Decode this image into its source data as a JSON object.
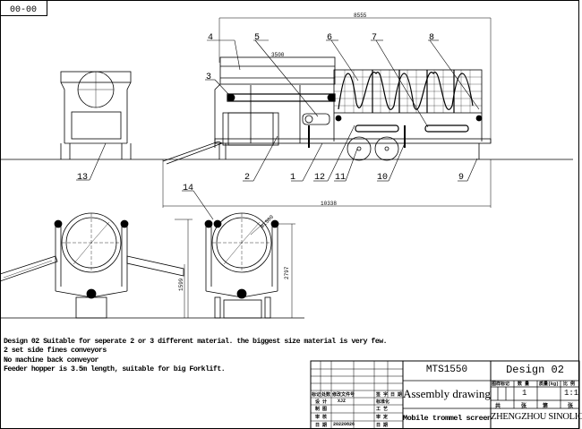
{
  "drawing_number": "00-00",
  "dimensions": {
    "overall_height_side": "8555",
    "hopper_length": "3500",
    "overall_length": "10338",
    "drum_diameter": "Φ1500",
    "conveyor_height": "1599",
    "overall_width": "2797"
  },
  "balloons": [
    "1",
    "2",
    "3",
    "4",
    "5",
    "6",
    "7",
    "8",
    "9",
    "10",
    "11",
    "12",
    "13",
    "14"
  ],
  "notes": [
    "Design 02 Suitable for seperate 2 or 3 different material.  the biggest size material is very few.",
    "2 set side fines conveyors",
    "No machine back conveyor",
    "Feeder hopper is 3.5m length, suitable for big Forklift."
  ],
  "title_block": {
    "model": "MTS1550",
    "design": "Design 02",
    "drawing_type": "Assembly drawing",
    "product_name": "Mobile trommel screen",
    "company": "ZHENGZHOU SINOLION",
    "quantity": "1",
    "scale": "1:1",
    "headers": {
      "stage_mark": "图样标记",
      "qty": "数 量",
      "weight": "质量(kg)",
      "scale": "比 例",
      "total": "共",
      "sheet": "张",
      "no": "第",
      "sheet2": "张"
    },
    "revision_headers": [
      "标记",
      "处数",
      "修改文件号",
      "签 字",
      "日 期"
    ],
    "rows": [
      {
        "label": "设 计",
        "value": "XJZ",
        "label2": "标准化"
      },
      {
        "label": "制 图",
        "value": "",
        "label2": "工 艺"
      },
      {
        "label": "审 核",
        "value": "",
        "label2": "审 定"
      },
      {
        "label": "日 期",
        "value": "20220826",
        "label2": "日 期"
      }
    ]
  }
}
